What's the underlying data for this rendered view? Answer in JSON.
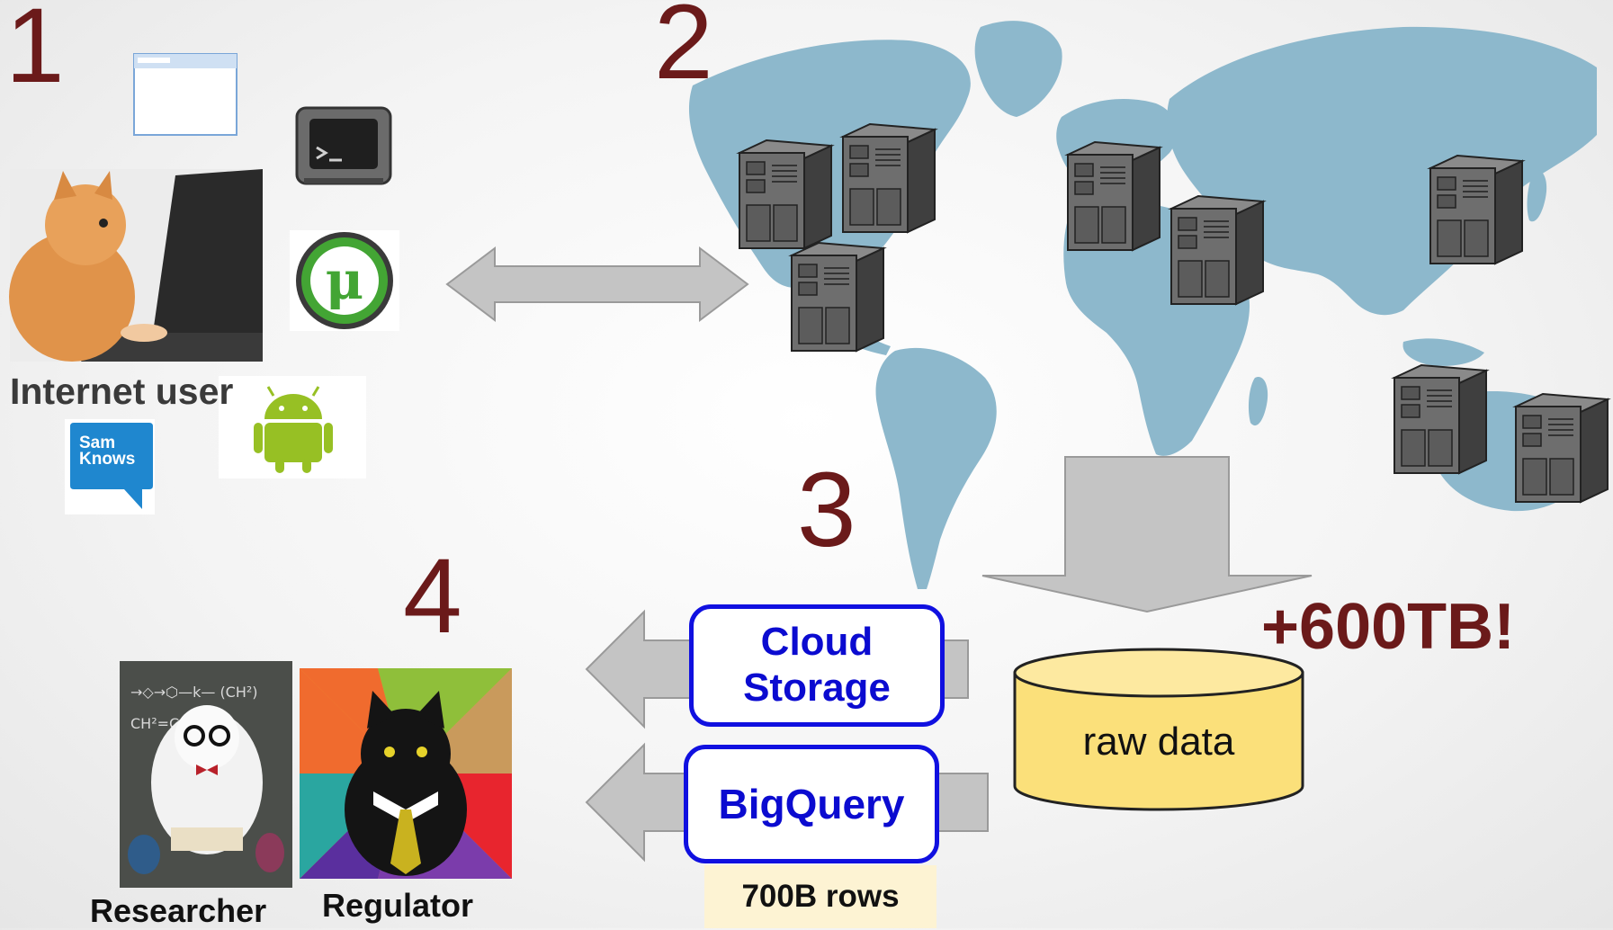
{
  "steps": {
    "s1": "1",
    "s2": "2",
    "s3": "3",
    "s4": "4"
  },
  "user": {
    "label": "Internet user",
    "samknows_logo_text": "Sam Knows"
  },
  "data": {
    "raw_label": "raw data",
    "size_label": "+600TB!"
  },
  "services": {
    "cloud_storage": "Cloud Storage",
    "bigquery": "BigQuery",
    "bigquery_rows": "700B rows"
  },
  "consumers": {
    "researcher": "Researcher",
    "regulator": "Regulator"
  },
  "colors": {
    "step_numbers": "#6b1a1a",
    "service_border": "#1010e0",
    "map": "#8db8cc",
    "database_fill": "#fbe07a",
    "arrow": "#c4c4c4",
    "rows_badge": "#fdf3d3"
  },
  "icons": [
    "browser-window-icon",
    "terminal-icon",
    "utorrent-icon",
    "android-icon",
    "samknows-logo",
    "server-tower-icon",
    "database-cylinder-icon"
  ]
}
